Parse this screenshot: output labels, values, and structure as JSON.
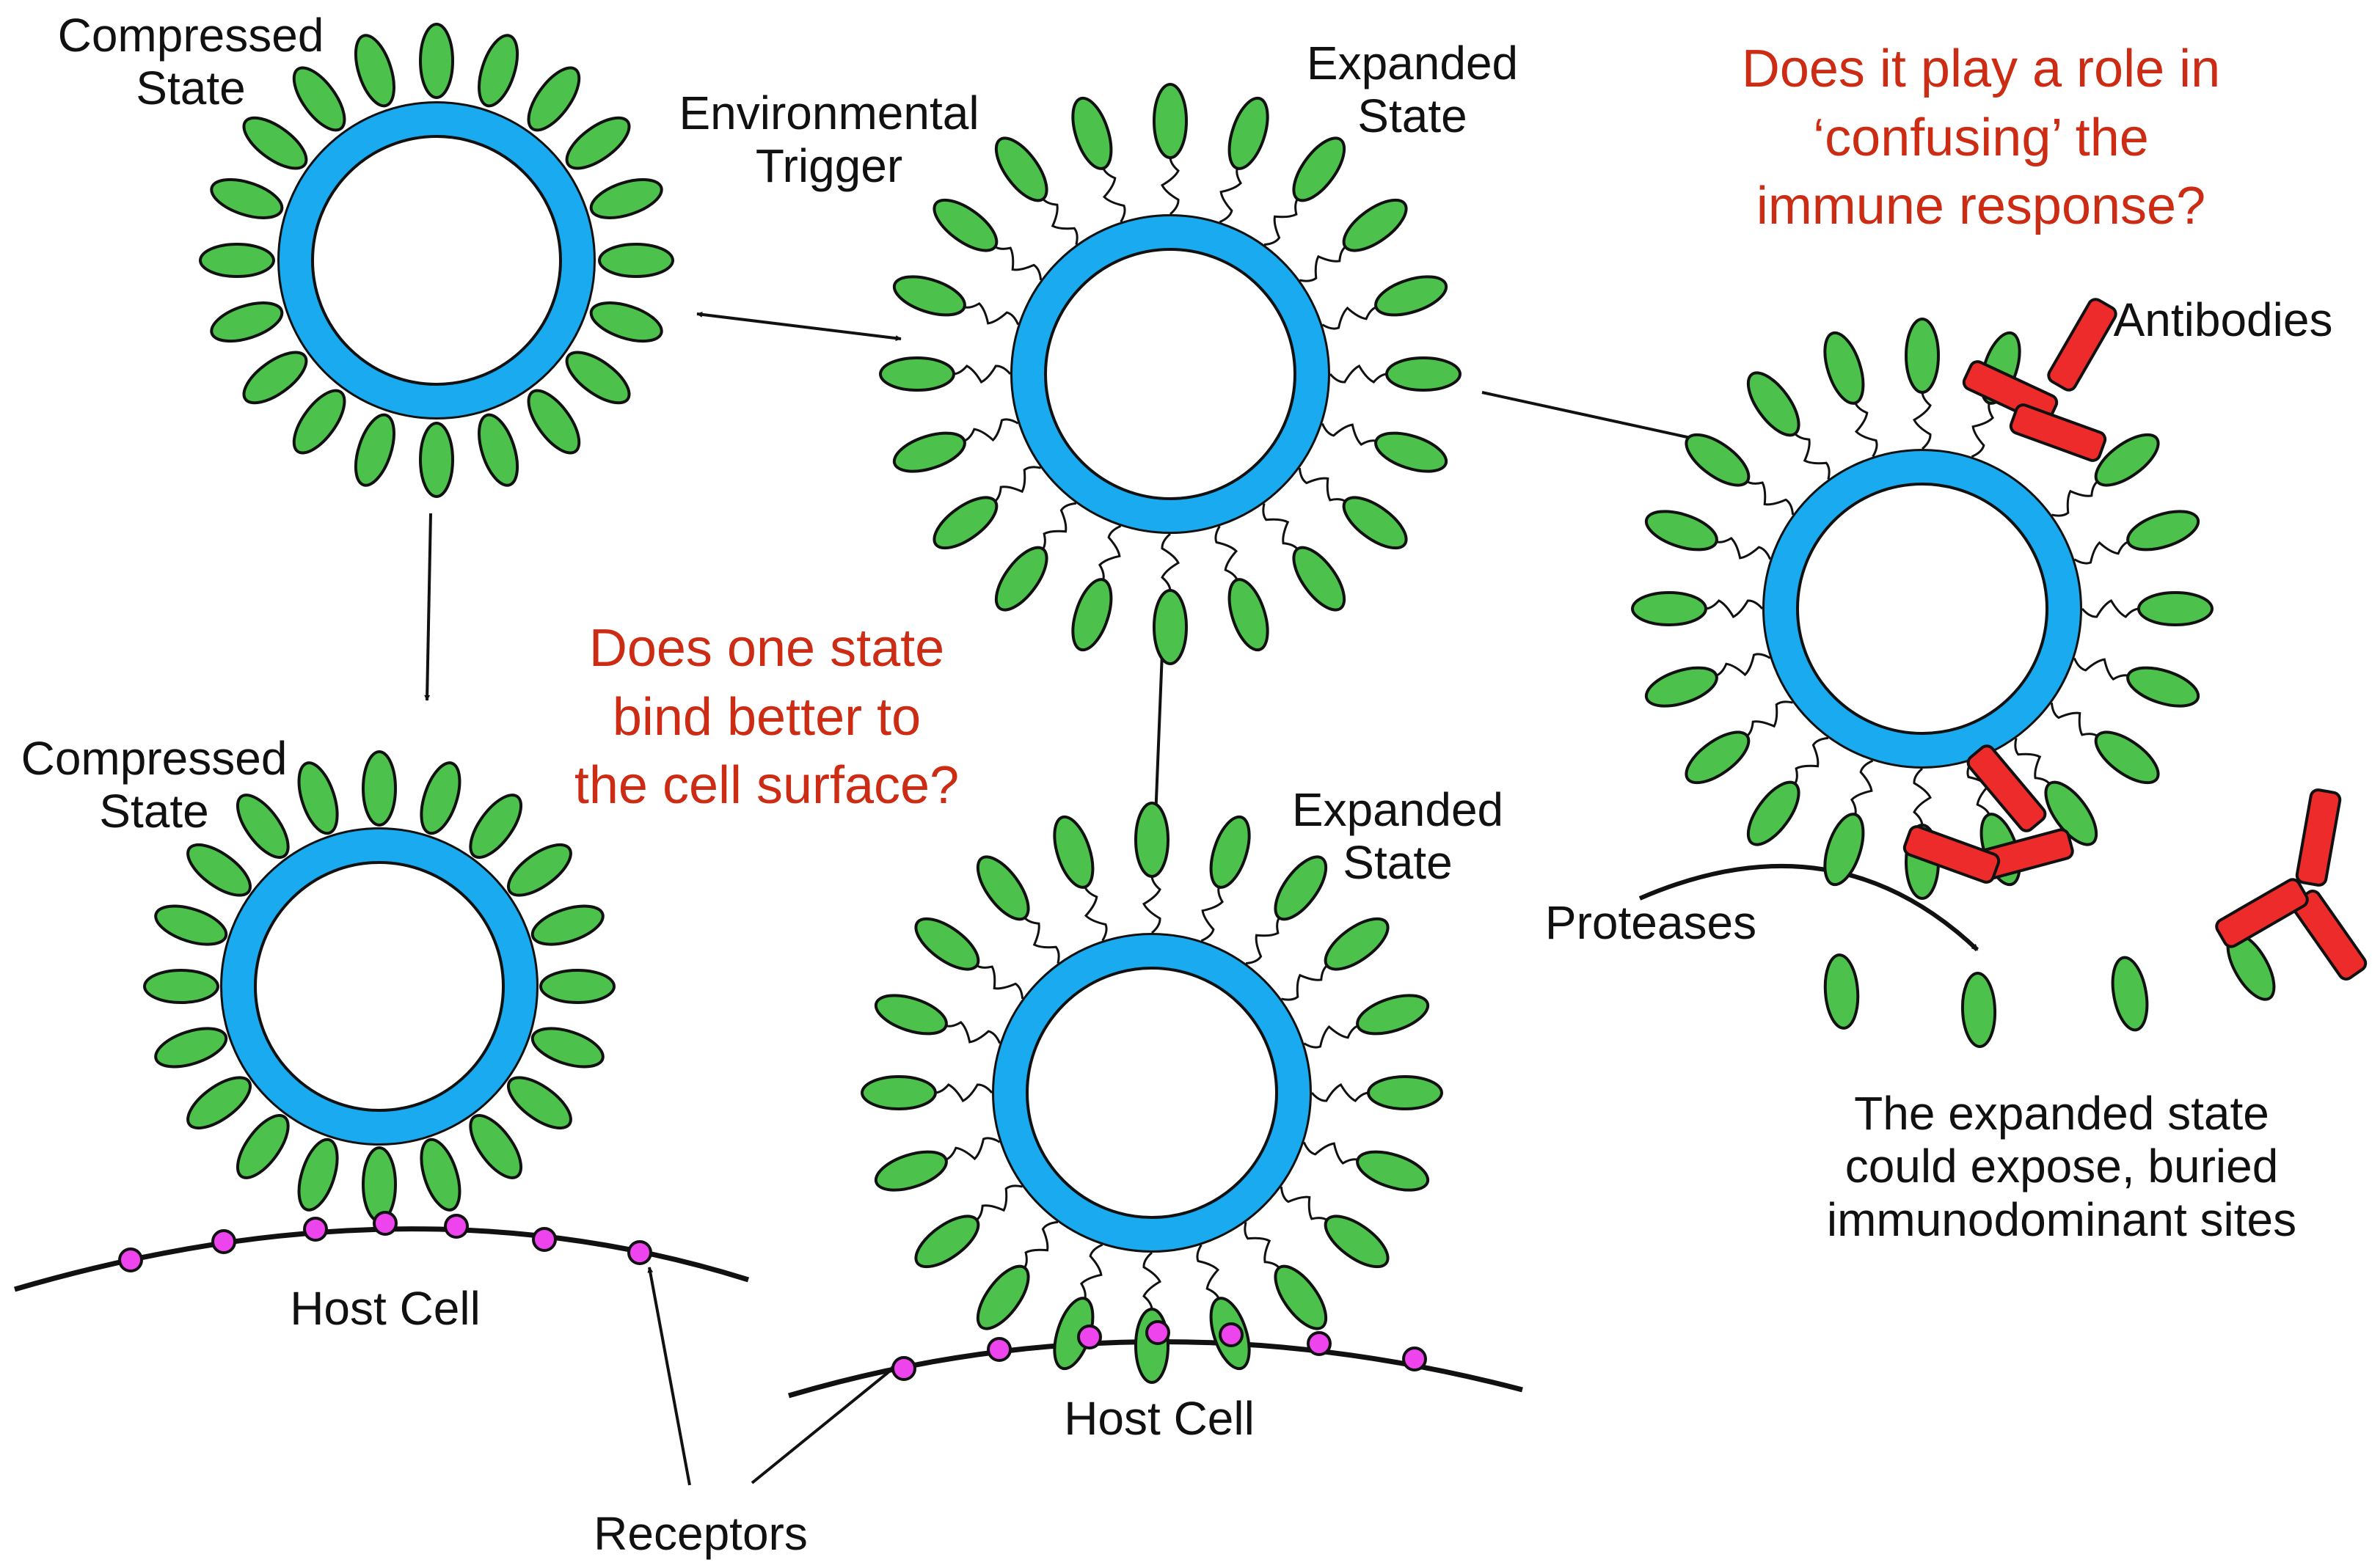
{
  "colors": {
    "spike": "#4cc24c",
    "membrane": "#19aaef",
    "receptor": "#ee44ee",
    "antibody": "#ee2b2b",
    "question": "#cc2b14",
    "line": "#111111"
  },
  "labels": {
    "compressed_top": "Compressed\nState",
    "environmental_trigger": "Environmental\nTrigger",
    "expanded_top": "Expanded\nState",
    "compressed_bottom": "Compressed\nState",
    "expanded_bottom": "Expanded\nState",
    "host_cell_left": "Host Cell",
    "host_cell_middle": "Host Cell",
    "receptors": "Receptors",
    "antibodies": "Antibodies",
    "proteases": "Proteases",
    "expanded_exposure": "The expanded state\ncould expose, buried\nimmunodominant sites"
  },
  "questions": {
    "binding": "Does one state\nbind better to\nthe cell surface?",
    "immune": "Does it play a role in\n‘confusing’ the\nimmune response?"
  },
  "icons": [
    "virus-particle-icon",
    "spike-protein-icon",
    "receptor-icon",
    "antibody-icon",
    "arrow-icon"
  ]
}
